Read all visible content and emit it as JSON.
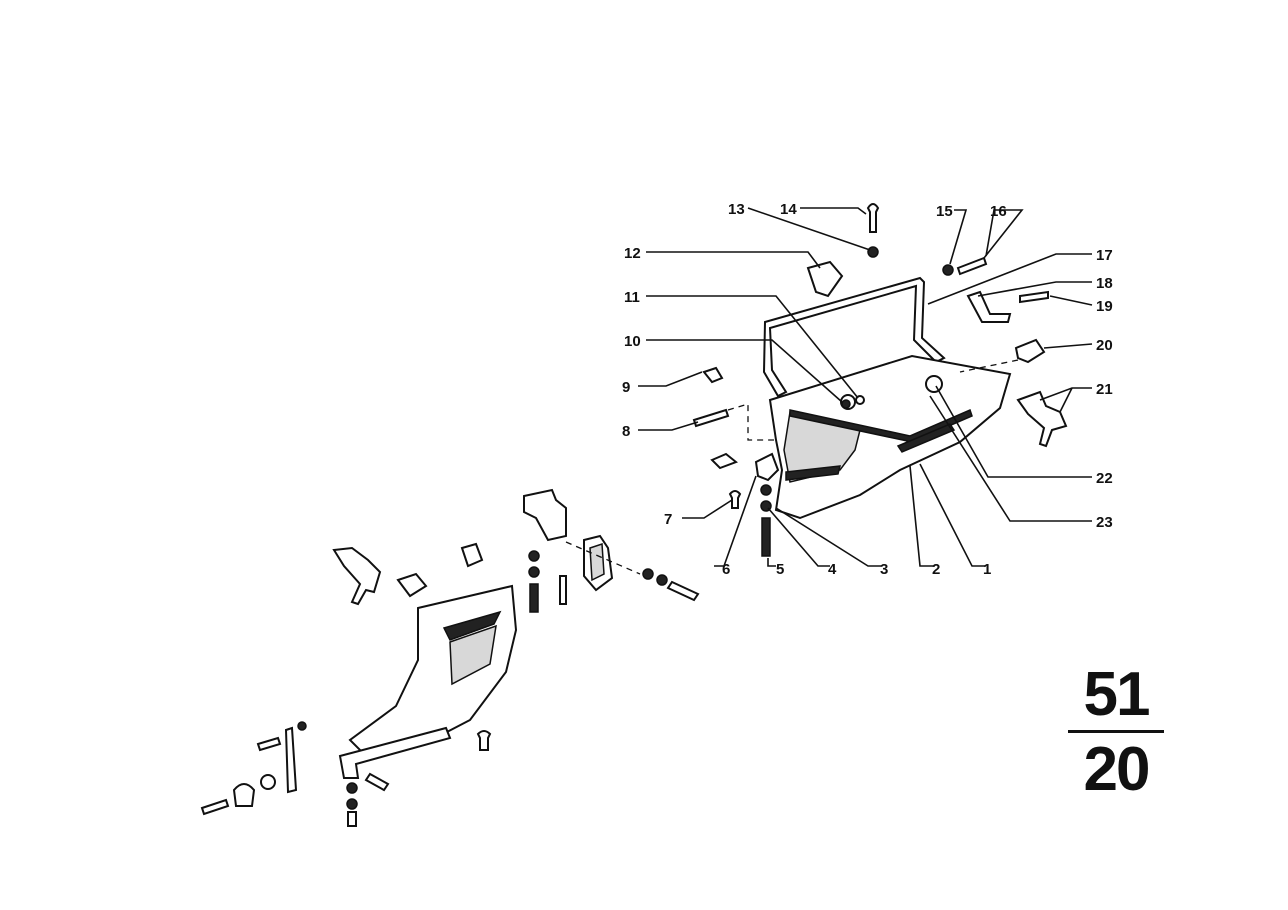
{
  "callouts": [
    {
      "id": "1",
      "label": "1"
    },
    {
      "id": "2",
      "label": "2"
    },
    {
      "id": "3",
      "label": "3"
    },
    {
      "id": "4",
      "label": "4"
    },
    {
      "id": "5",
      "label": "5"
    },
    {
      "id": "6",
      "label": "6"
    },
    {
      "id": "7",
      "label": "7"
    },
    {
      "id": "8",
      "label": "8"
    },
    {
      "id": "9",
      "label": "9"
    },
    {
      "id": "10",
      "label": "10"
    },
    {
      "id": "11",
      "label": "11"
    },
    {
      "id": "12",
      "label": "12"
    },
    {
      "id": "13",
      "label": "13"
    },
    {
      "id": "14",
      "label": "14"
    },
    {
      "id": "15",
      "label": "15"
    },
    {
      "id": "16",
      "label": "16"
    },
    {
      "id": "17",
      "label": "17"
    },
    {
      "id": "18",
      "label": "18"
    },
    {
      "id": "19",
      "label": "19"
    },
    {
      "id": "20",
      "label": "20"
    },
    {
      "id": "21",
      "label": "21"
    },
    {
      "id": "22",
      "label": "22"
    },
    {
      "id": "23",
      "label": "23"
    }
  ],
  "section_code": {
    "group": "51",
    "subgroup": "20"
  },
  "colors": {
    "ink": "#111111",
    "background": "#ffffff"
  }
}
